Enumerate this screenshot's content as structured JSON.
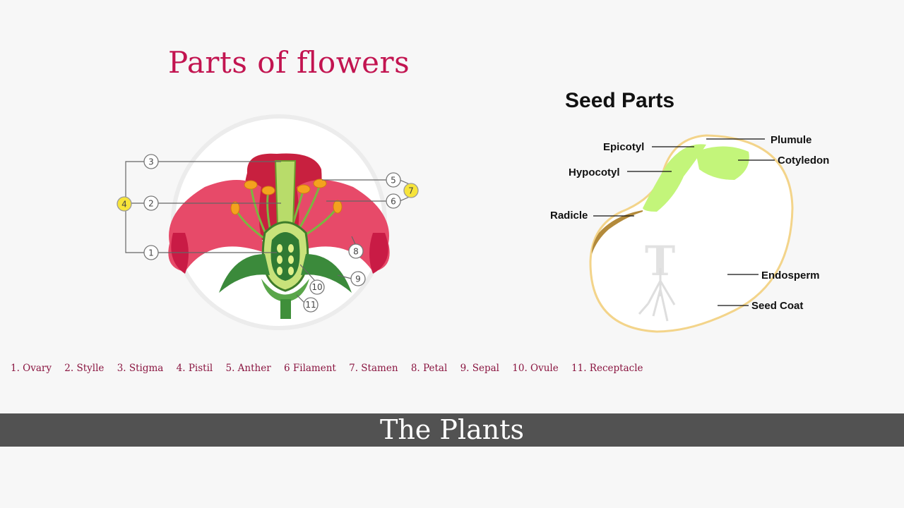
{
  "flower": {
    "title": "Parts of flowers",
    "callouts": [
      "1",
      "2",
      "3",
      "4",
      "5",
      "6",
      "7",
      "8",
      "9",
      "10",
      "11"
    ],
    "legend": [
      "1. Ovary",
      "2. Stylle",
      "3. Stigma",
      "4. Pistil",
      "5. Anther",
      "6 Filament",
      "7. Stamen",
      "8. Petal",
      "9. Sepal",
      "10. Ovule",
      "11. Receptacle"
    ]
  },
  "seed": {
    "title": "Seed Parts",
    "labels": {
      "epicotyl": "Epicotyl",
      "plumule": "Plumule",
      "cotyledon": "Cotyledon",
      "hypocotyl": "Hypocotyl",
      "radicle": "Radicle",
      "endosperm": "Endosperm",
      "seed_coat": "Seed Coat"
    },
    "watermark": "T"
  },
  "banner": {
    "text": "The Plants"
  },
  "colors": {
    "title_pink": "#c21450",
    "petal_red": "#d92b4b",
    "petal_pink": "#f06a85",
    "stem_green": "#3f8f3a",
    "seed_coat": "#f3d48a",
    "cotyledon_green": "#c3f57a",
    "banner_gray": "#525252"
  }
}
